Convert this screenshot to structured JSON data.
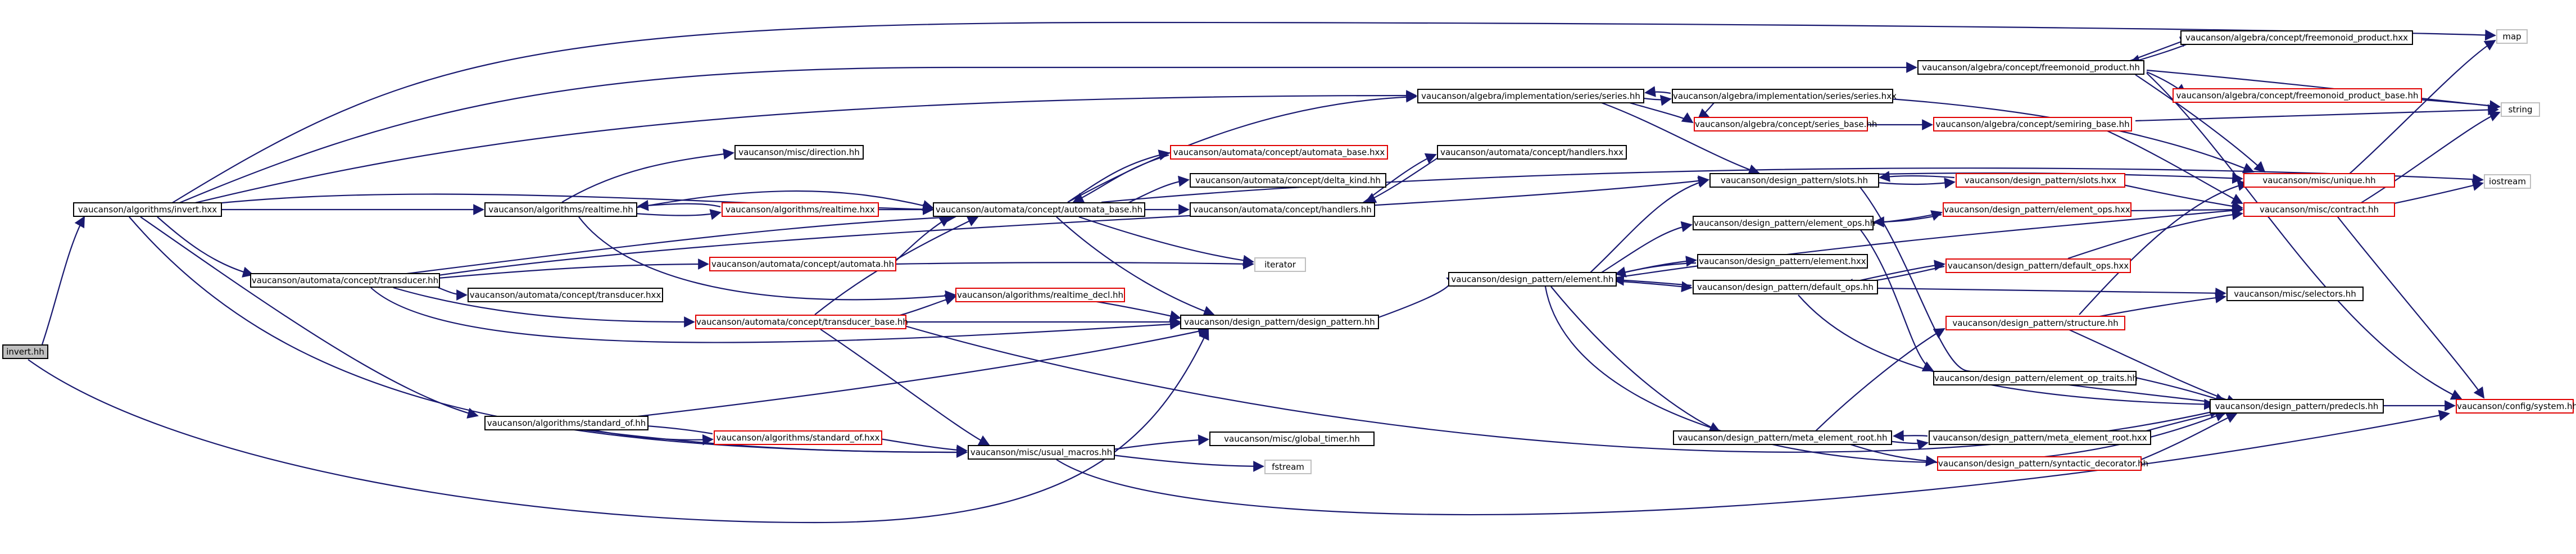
{
  "colors": {
    "node_border": "#000000",
    "node_border_red": "#e00000",
    "node_border_gray": "#bfbfbf",
    "root_fill": "#bfbfbf",
    "edge_navy": "#191970",
    "edge_purple": "#9a32cd",
    "edge_green": "#006400",
    "edge_gray": "#a0a0a0"
  },
  "nodes": {
    "invert_hh": "invert.hh",
    "invert_hxx": "vaucanson/algorithms/invert.hxx",
    "realtime_hh": "vaucanson/algorithms/realtime.hh",
    "realtime_hxx": "vaucanson/algorithms/realtime.hxx",
    "realtime_decl_hh": "vaucanson/algorithms/realtime_decl.hh",
    "standard_of_hh": "vaucanson/algorithms/standard_of.hh",
    "standard_of_hxx": "vaucanson/algorithms/standard_of.hxx",
    "transducer_hh": "vaucanson/automata/concept/transducer.hh",
    "transducer_hxx": "vaucanson/automata/concept/transducer.hxx",
    "transducer_base_hh": "vaucanson/automata/concept/transducer_base.hh",
    "automata_hh": "vaucanson/automata/concept/automata.hh",
    "automata_base_hh": "vaucanson/automata/concept/automata_base.hh",
    "automata_base_hxx": "vaucanson/automata/concept/automata_base.hxx",
    "delta_kind_hh": "vaucanson/automata/concept/delta_kind.hh",
    "handlers_hh": "vaucanson/automata/concept/handlers.hh",
    "handlers_hxx": "vaucanson/automata/concept/handlers.hxx",
    "direction_hh": "vaucanson/misc/direction.hh",
    "iterator": "iterator",
    "fstream": "fstream",
    "usual_macros_hh": "vaucanson/misc/usual_macros.hh",
    "global_timer_hh": "vaucanson/misc/global_timer.hh",
    "design_pattern_hh": "vaucanson/design_pattern/design_pattern.hh",
    "series_hh": "vaucanson/algebra/implementation/series/series.hh",
    "series_hxx": "vaucanson/algebra/implementation/series/series.hxx",
    "series_base_hh": "vaucanson/algebra/concept/series_base.hh",
    "semiring_base_hh": "vaucanson/algebra/concept/semiring_base.hh",
    "freemonoid_product_hh": "vaucanson/algebra/concept/freemonoid_product.hh",
    "freemonoid_product_hxx": "vaucanson/algebra/concept/freemonoid_product.hxx",
    "freemonoid_product_base_hh": "vaucanson/algebra/concept/freemonoid_product_base.hh",
    "map": "map",
    "string": "string",
    "iostream": "iostream",
    "unique_hh": "vaucanson/misc/unique.hh",
    "contract_hh": "vaucanson/misc/contract.hh",
    "selectors_hh": "vaucanson/misc/selectors.hh",
    "dp_slots_hh": "vaucanson/design_pattern/slots.hh",
    "dp_slots_hxx": "vaucanson/design_pattern/slots.hxx",
    "dp_element_ops_hh": "vaucanson/design_pattern/element_ops.hh",
    "dp_element_ops_hxx": "vaucanson/design_pattern/element_ops.hxx",
    "dp_element_hh": "vaucanson/design_pattern/element.hh",
    "dp_element_hxx": "vaucanson/design_pattern/element.hxx",
    "dp_default_ops_hh": "vaucanson/design_pattern/default_ops.hh",
    "dp_default_ops_hxx": "vaucanson/design_pattern/default_ops.hxx",
    "dp_structure_hh": "vaucanson/design_pattern/structure.hh",
    "dp_element_op_traits_hh": "vaucanson/design_pattern/element_op_traits.hh",
    "dp_predecls_hh": "vaucanson/design_pattern/predecls.hh",
    "dp_meta_element_root_hh": "vaucanson/design_pattern/meta_element_root.hh",
    "dp_meta_element_root_hxx": "vaucanson/design_pattern/meta_element_root.hxx",
    "dp_syntactic_decorator_hh": "vaucanson/design_pattern/syntactic_decorator.hh",
    "config_system_hh": "vaucanson/config/system.hh"
  }
}
